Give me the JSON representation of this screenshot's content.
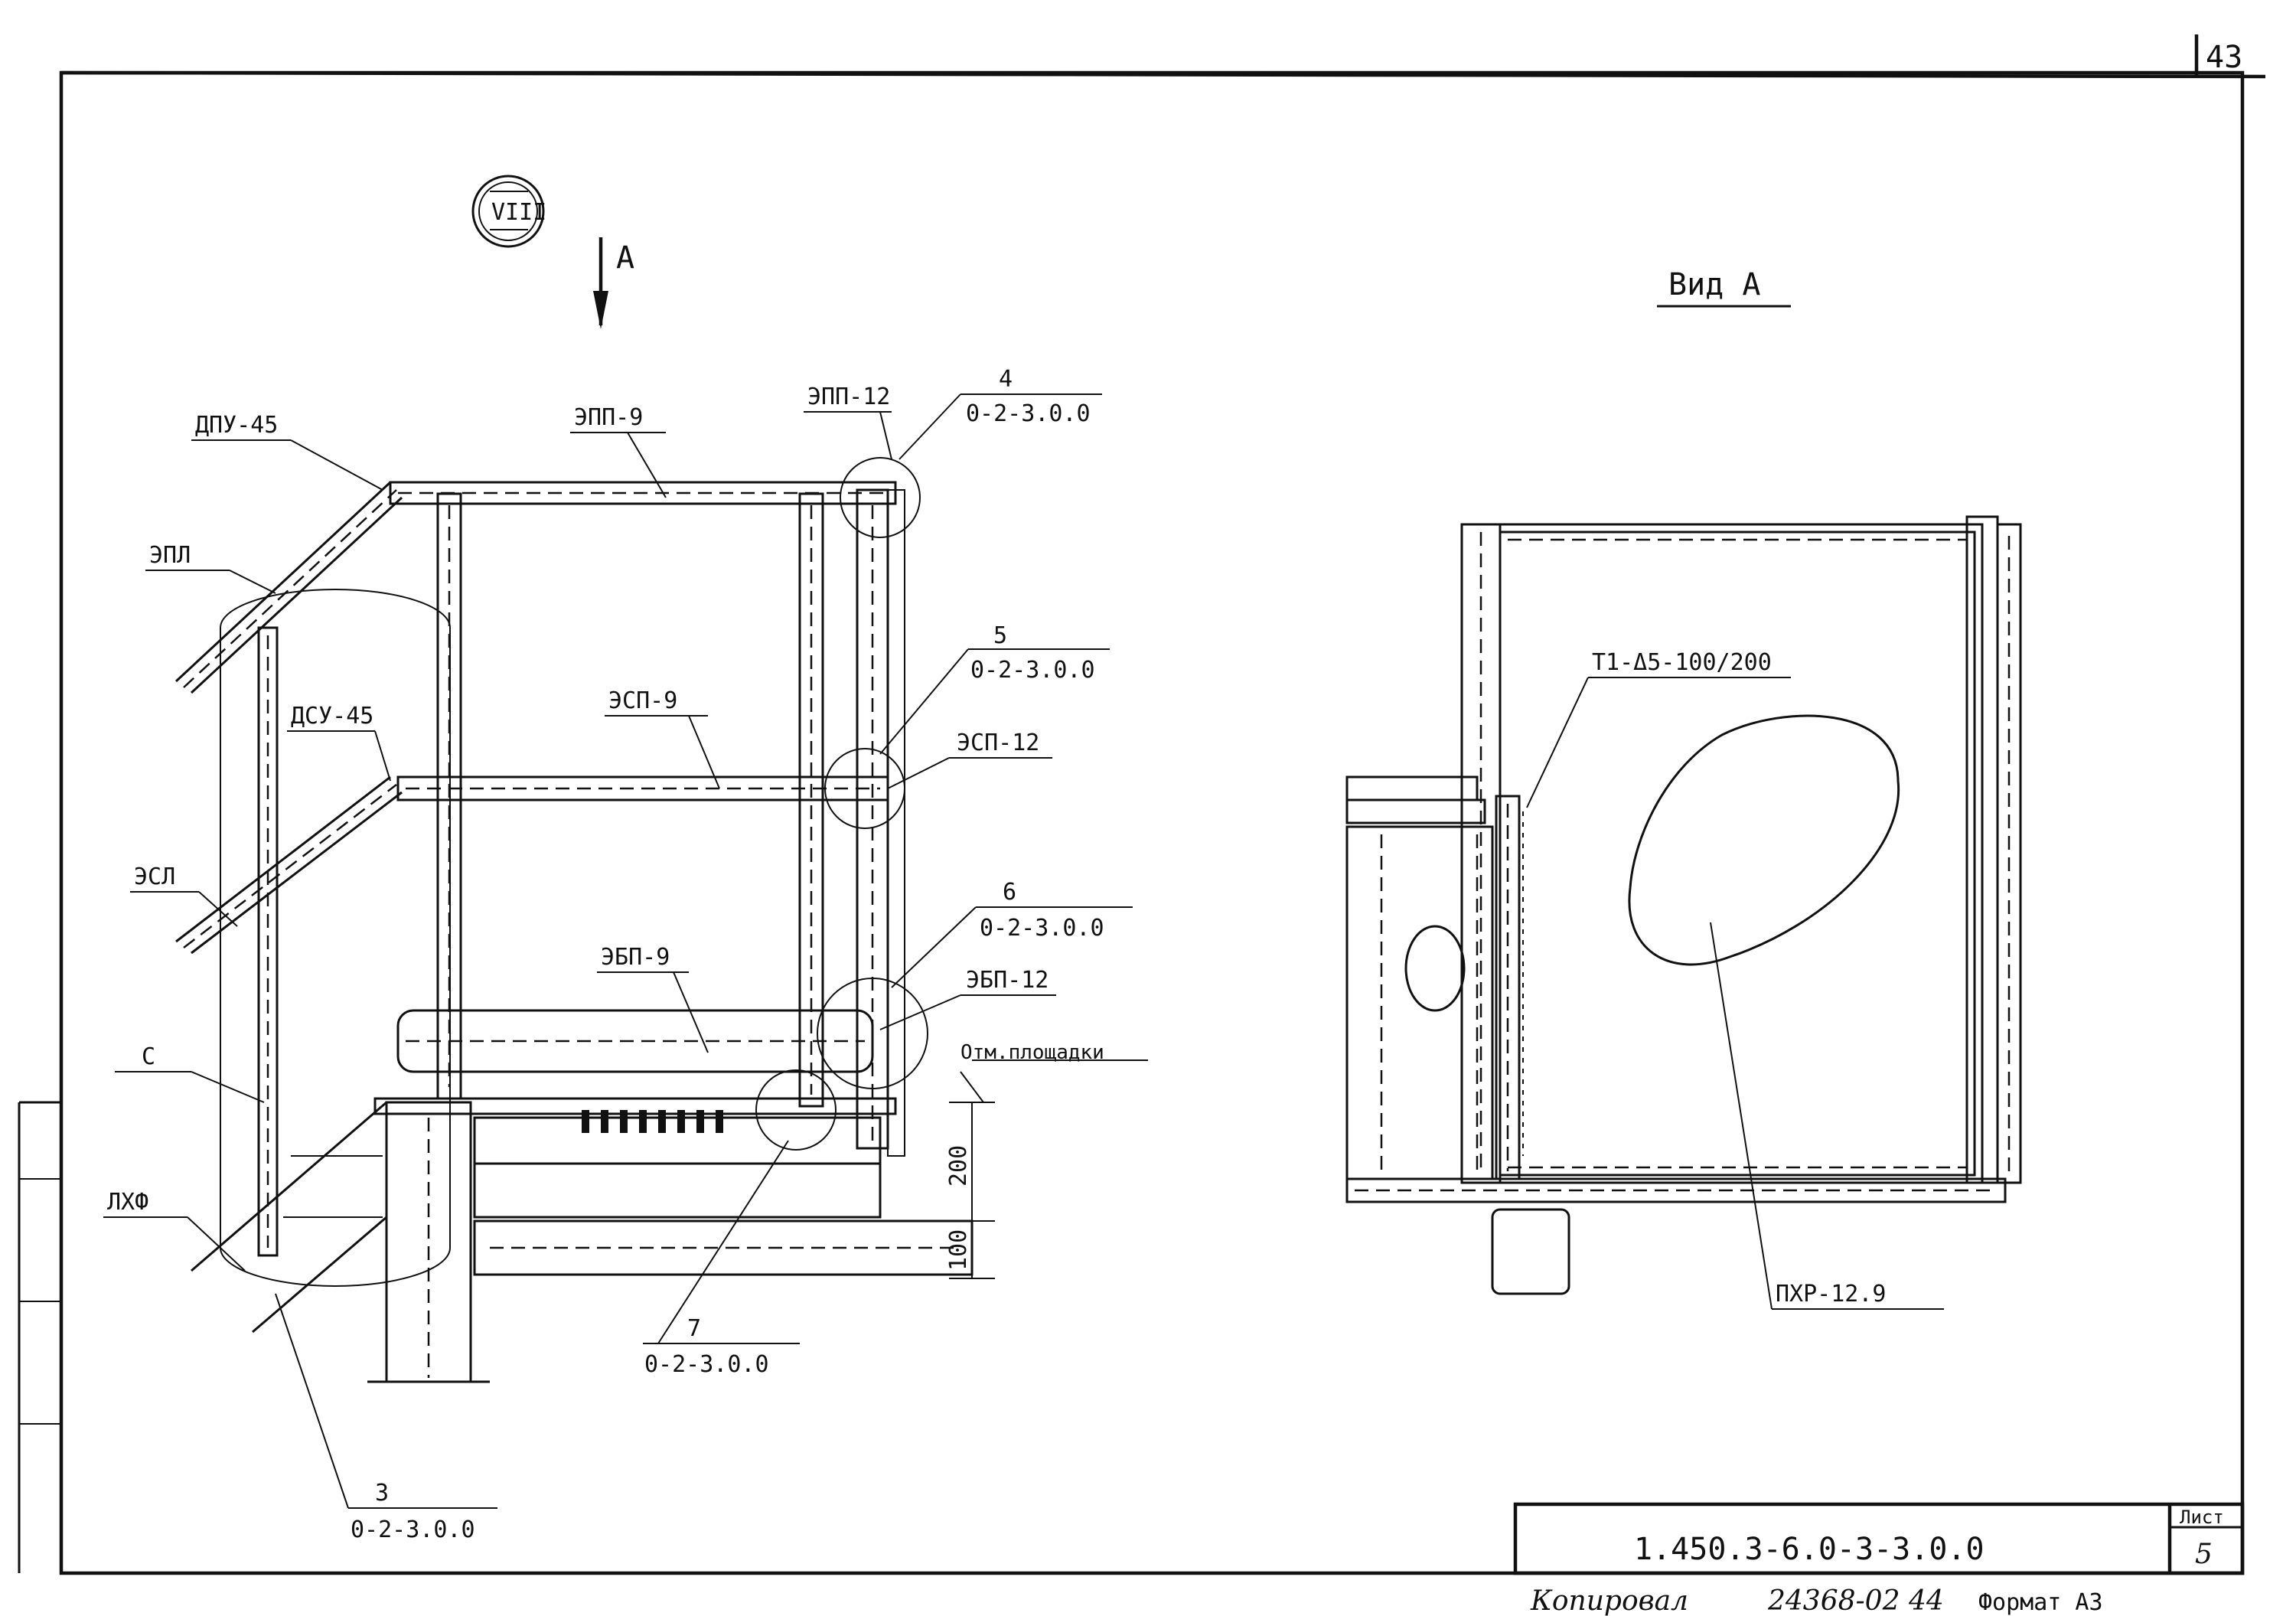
{
  "page_number": "43",
  "section_mark": "VIII",
  "view_arrow_label": "А",
  "view_title": "Вид А",
  "left_view": {
    "labels": {
      "dpu": "ДПУ-45",
      "epl": "ЭПЛ",
      "dsu": "ДСУ-45",
      "esl": "ЭСЛ",
      "s": "С",
      "lhf": "ЛХФ",
      "epp9": "ЭПП-9",
      "epp12": "ЭПП-12",
      "esp9": "ЭСП-9",
      "esp12": "ЭСП-12",
      "ebp9": "ЭБП-9",
      "ebp12": "ЭБП-12",
      "platform_mark": "Отм.площадки"
    },
    "callouts": [
      {
        "num": "4",
        "ref": "0-2-3.0.0"
      },
      {
        "num": "5",
        "ref": "0-2-3.0.0"
      },
      {
        "num": "6",
        "ref": "0-2-3.0.0"
      },
      {
        "num": "7",
        "ref": "0-2-3.0.0"
      },
      {
        "num": "3",
        "ref": "0-2-3.0.0"
      }
    ],
    "dimensions": {
      "upper": "200",
      "lower": "100"
    }
  },
  "right_view": {
    "weld_label": "Т1-Δ5-100/200",
    "mesh_label": "ПХР-12.9"
  },
  "title_block": {
    "designation": "1.450.3-6.0-3-3.0.0",
    "sheet_label": "Лист",
    "sheet_number": "5"
  },
  "footer": {
    "copied": "Копировал",
    "order_number": "24368-02 44",
    "format": "Формат А3"
  }
}
